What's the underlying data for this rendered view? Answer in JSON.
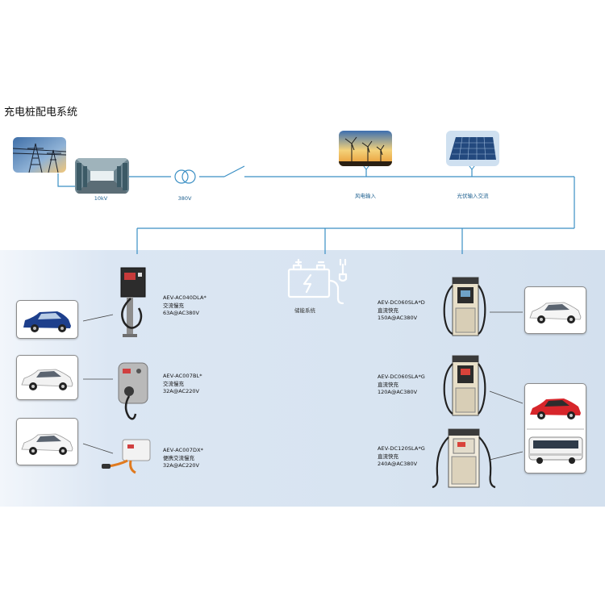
{
  "title": "充电桩配电系统",
  "grid": {
    "label_10kv": "10kV",
    "label_380v": "380V",
    "wind_label": "风电输入",
    "solar_label": "光伏输入交流",
    "storage_label": "储能系统"
  },
  "chargers_left": [
    {
      "model": "AEV-AC040DLA*",
      "type": "交流慢充",
      "spec": "63A@AC380V"
    },
    {
      "model": "AEV-AC007BL*",
      "type": "交流慢充",
      "spec": "32A@AC220V"
    },
    {
      "model": "AEV-AC007DX*",
      "type": "便携交流慢充",
      "spec": "32A@AC220V"
    }
  ],
  "chargers_right": [
    {
      "model": "AEV-DC060SLA*D",
      "type": "直流快充",
      "spec": "150A@AC380V"
    },
    {
      "model": "AEV-DC060SLA*G",
      "type": "直流快充",
      "spec": "120A@AC380V"
    },
    {
      "model": "AEV-DC120SLA*G",
      "type": "直流快充",
      "spec": "240A@AC380V"
    }
  ],
  "colors": {
    "wire": "#3a8fc4",
    "panel": "#d8e4f1",
    "accent_red": "#d7262b"
  }
}
